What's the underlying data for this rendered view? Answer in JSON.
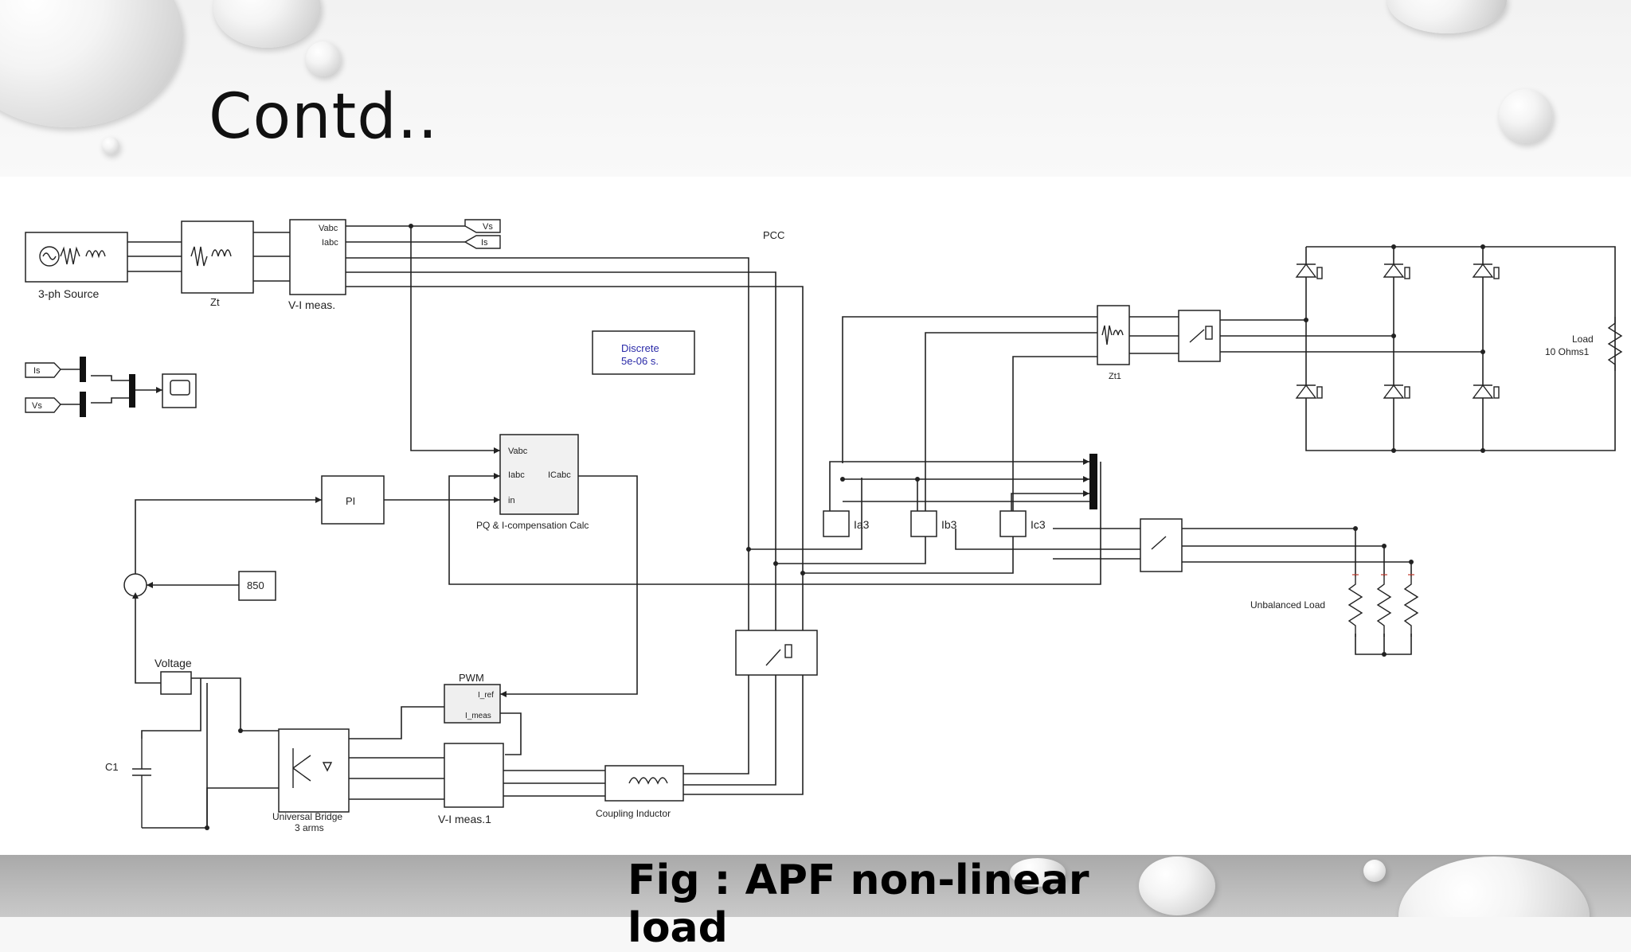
{
  "slide": {
    "title": "Contd..",
    "caption_line1": "Fig : APF non-linear",
    "caption_line2": "load"
  },
  "diagram": {
    "labels": {
      "source": "3-ph Source",
      "zt": "Zt",
      "vi_meas": "V-I meas.",
      "vabc": "Vabc",
      "iabc": "Iabc",
      "vs_tag": "Vs",
      "is_tag": "Is",
      "pcc": "PCC",
      "discrete": "Discrete",
      "sample_time": "5e-06 s.",
      "pi": "PI",
      "pq_calc": "PQ & I-compensation Calc",
      "pq_vabc": "Vabc",
      "pq_iabc": "Iabc",
      "pq_in": "in",
      "pq_icabc": "ICabc",
      "constant": "850",
      "voltage": "Voltage",
      "c1": "C1",
      "universal_bridge_1": "Universal Bridge",
      "universal_bridge_2": "3 arms",
      "vi_meas1": "V-I meas.1",
      "pwm": "PWM",
      "i_ref": "I_ref",
      "i_meas": "I_meas",
      "coupling_inductor": "Coupling Inductor",
      "zt1": "Zt1",
      "ia3": "Ia3",
      "ib3": "Ib3",
      "ic3": "Ic3",
      "unbalanced_load": "Unbalanced Load",
      "load_1": "Load",
      "load_2": "10 Ohms1"
    }
  }
}
